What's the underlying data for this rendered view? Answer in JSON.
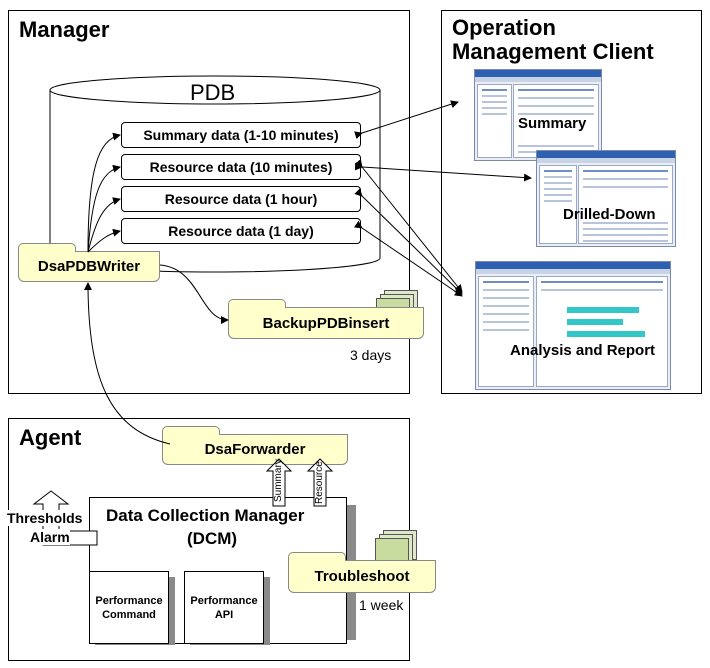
{
  "manager": {
    "title": "Manager",
    "pdb": {
      "label": "PDB",
      "rows": [
        "Summary data (1-10 minutes)",
        "Resource data (10 minutes)",
        "Resource data (1 hour)",
        "Resource data (1 day)"
      ]
    },
    "writer": "DsaPDBWriter",
    "backup": "BackupPDBinsert",
    "backup_note": "3 days"
  },
  "client": {
    "title_line1": "Operation",
    "title_line2": "Management Client",
    "screens": [
      "Summary",
      "Drilled-Down",
      "Analysis and Report"
    ]
  },
  "agent": {
    "title": "Agent",
    "forwarder": "DsaForwarder",
    "arrow_summary": "Summary",
    "arrow_resource": "Resource",
    "thresholds_line1": "Thresholds",
    "thresholds_line2": "Alarm",
    "dcm_line1": "Data Collection Manager",
    "dcm_line2": "(DCM)",
    "perf_command_line1": "Performance",
    "perf_command_line2": "Command",
    "perf_api_line1": "Performance",
    "perf_api_line2": "API",
    "troubleshoot": "Troubleshoot",
    "troubleshoot_note": "1 week"
  },
  "colors": {
    "folder_fill": "#ffffcc",
    "stack_fill": "#c8dca0",
    "screen_header": "#2f5fb0",
    "report_bar": "#33c7c7",
    "shadow": "#8a8a8a"
  }
}
